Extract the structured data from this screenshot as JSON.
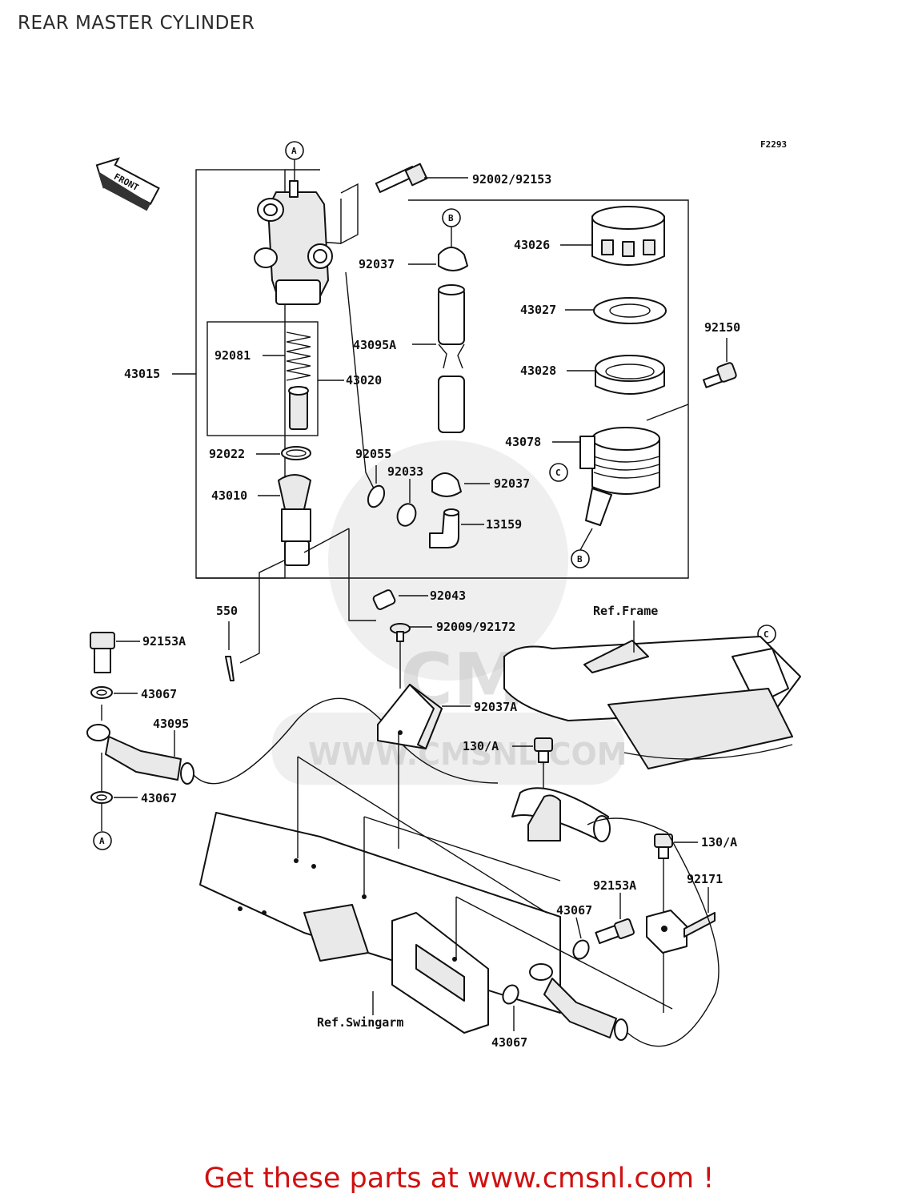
{
  "title": "REAR MASTER CYLINDER",
  "figure_code": "F2293",
  "front_label": "FRONT",
  "footer": "Get these parts at www.cmsnl.com !",
  "watermark": {
    "brand": "CMS",
    "url": "WWW.CMSNL.COM"
  },
  "callouts": {
    "A": "A",
    "B": "B",
    "C": "C"
  },
  "parts": {
    "p92002": "92002/92153",
    "p92037_top": "92037",
    "p43026": "43026",
    "p43027": "43027",
    "p43028": "43028",
    "p92150": "92150",
    "p43095A": "43095A",
    "p92081": "92081",
    "p43020": "43020",
    "p43015": "43015",
    "p43078": "43078",
    "p92022": "92022",
    "p92055": "92055",
    "p92033": "92033",
    "p92037_mid": "92037",
    "p43010": "43010",
    "p13159": "13159",
    "p550": "550",
    "p92043": "92043",
    "p92009": "92009/92172",
    "p92153A_left": "92153A",
    "p43067_a": "43067",
    "p43095": "43095",
    "p92037A": "92037A",
    "p130A_a": "130/A",
    "p43067_b": "43067",
    "p130A_b": "130/A",
    "p92153A_right": "92153A",
    "p92171": "92171",
    "p43067_c": "43067",
    "p43067_d": "43067"
  },
  "references": {
    "frame": "Ref.Frame",
    "swingarm": "Ref.Swingarm"
  }
}
